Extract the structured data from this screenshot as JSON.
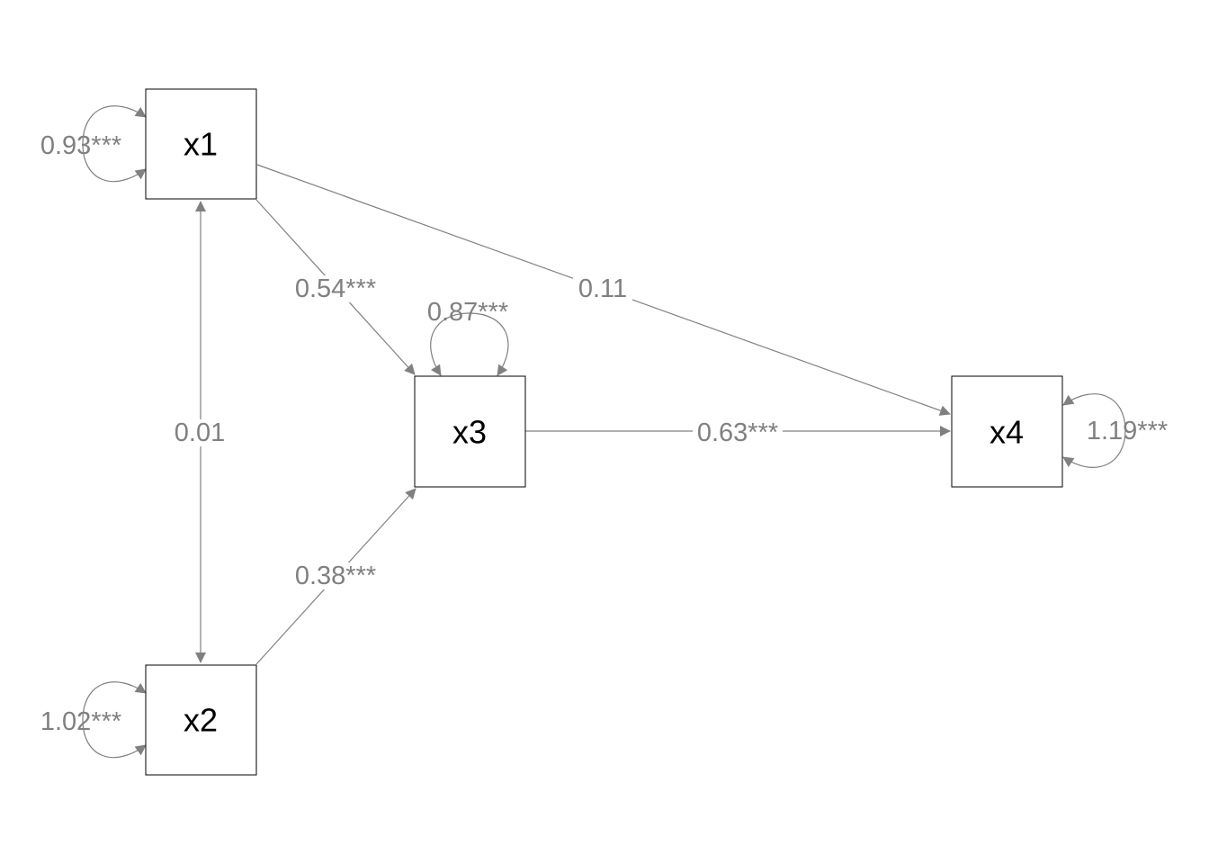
{
  "colors": {
    "edge": "#808080",
    "node_border": "#000000",
    "node_text": "#000000",
    "background": "#ffffff"
  },
  "nodes": [
    {
      "id": "x1",
      "label": "x1"
    },
    {
      "id": "x2",
      "label": "x2"
    },
    {
      "id": "x3",
      "label": "x3"
    },
    {
      "id": "x4",
      "label": "x4"
    }
  ],
  "edges": [
    {
      "from": "x1",
      "to": "x3",
      "type": "directed",
      "label": "0.54***"
    },
    {
      "from": "x2",
      "to": "x3",
      "type": "directed",
      "label": "0.38***"
    },
    {
      "from": "x1",
      "to": "x4",
      "type": "directed",
      "label": "0.11"
    },
    {
      "from": "x3",
      "to": "x4",
      "type": "directed",
      "label": "0.63***"
    },
    {
      "from": "x1",
      "to": "x2",
      "type": "covariance",
      "label": "0.01"
    }
  ],
  "variances": [
    {
      "node": "x1",
      "label": "0.93***"
    },
    {
      "node": "x2",
      "label": "1.02***"
    },
    {
      "node": "x3",
      "label": "0.87***"
    },
    {
      "node": "x4",
      "label": "1.19***"
    }
  ]
}
